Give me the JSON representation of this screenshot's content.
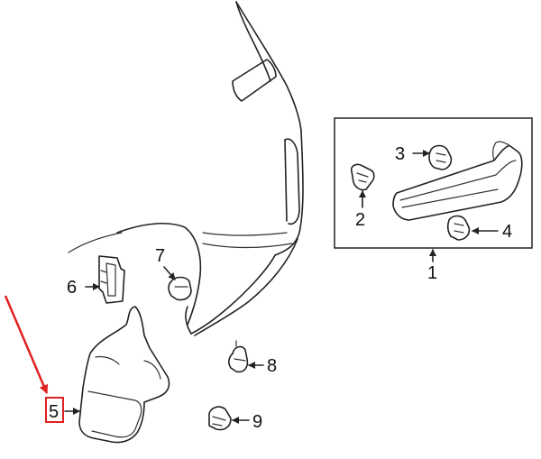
{
  "callouts": {
    "c1": "1",
    "c2": "2",
    "c3": "3",
    "c4": "4",
    "c5": "5",
    "c6": "6",
    "c7": "7",
    "c8": "8",
    "c9": "9"
  },
  "colors": {
    "line": "#222222",
    "highlight": "#e02020"
  }
}
